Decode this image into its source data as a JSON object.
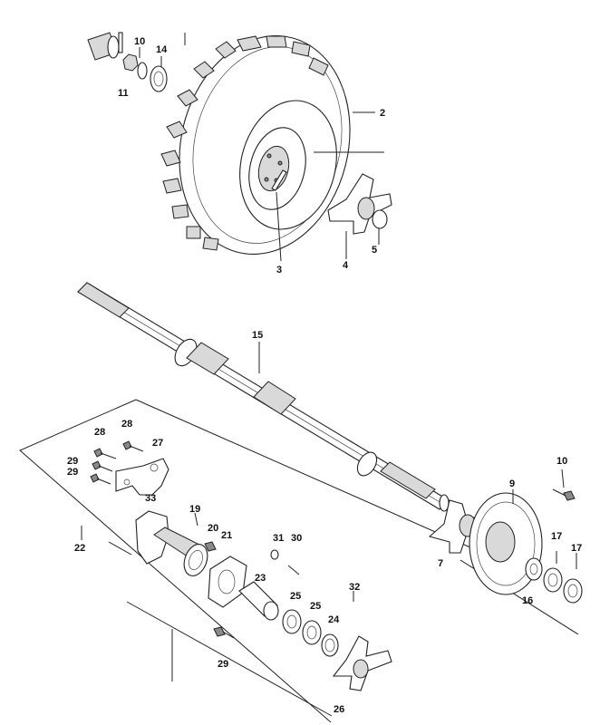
{
  "labels": {
    "l2": "2",
    "l3": "3",
    "l4": "4",
    "l5": "5",
    "l10a": "10",
    "l11": "11",
    "l14": "14",
    "l15": "15",
    "l28a": "28",
    "l28b": "28",
    "l27": "27",
    "l29a": "29",
    "l29b": "29",
    "l33": "33",
    "l22": "22",
    "l19": "19",
    "l20": "20",
    "l21": "21",
    "l23": "23",
    "l31": "31",
    "l30": "30",
    "l25a": "25",
    "l25b": "25",
    "l24": "24",
    "l29c": "29",
    "l32": "32",
    "l26": "26",
    "l10b": "10",
    "l9": "9",
    "l7": "7",
    "l16": "16",
    "l17a": "17",
    "l17b": "17"
  },
  "colors": {
    "line": "#222222",
    "shade": "#d9d9d9",
    "dark": "#8a8a8a",
    "paper": "#ffffff"
  }
}
